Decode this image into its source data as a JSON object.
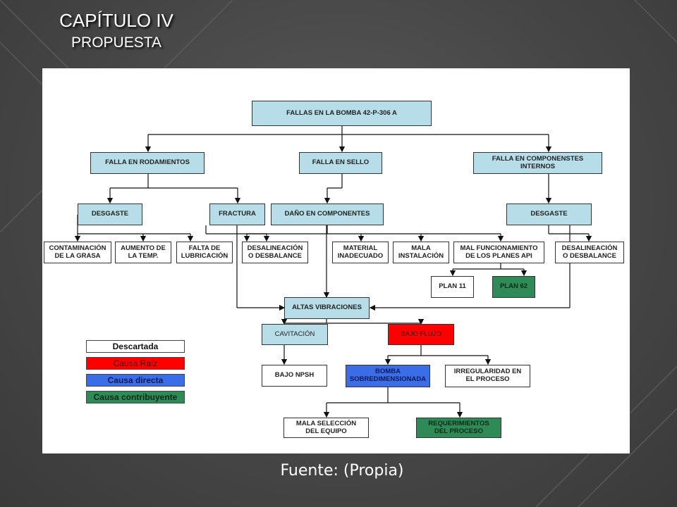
{
  "header": {
    "title": "CAPÍTULO IV",
    "subtitle": "PROPUESTA"
  },
  "diagram": {
    "root": "FALLAS EN  LA BOMBA 42-P-306 A",
    "level1": [
      "FALLA EN RODAMIENTOS",
      "FALLA EN SELLO",
      "FALLA EN COMPONENSTES\nINTERNOS"
    ],
    "level2": [
      "DESGASTE",
      "FRACTURA",
      "DAÑO EN COMPONENTES",
      "DESGASTE"
    ],
    "level3": [
      "CONTAMINACIÓN\nDE LA GRASA",
      "AUMENTO DE\nLA TEMP.",
      "FALTA DE\nLUBRICACIÓN",
      "DESALINEACIÓN\nO DESBALANCE",
      "MATERIAL\nINADECUADO",
      "MALA\nINSTALACIÓN",
      "MAL FUNCIONAMIENTO\nDE LOS PLANES API",
      "DESALINEACIÓN\nO DESBALANCE"
    ],
    "plans": [
      "PLAN 11",
      "PLAN 62"
    ],
    "center": "ALTAS VIBRACIONES",
    "level5": [
      "CAVITACIÓN",
      "BAJO FLUJO"
    ],
    "level6": [
      "BAJO NPSH",
      "BOMBA\nSOBREDIMENSIONADA",
      "IRREGULARIDAD EN\nEL PROCESO"
    ],
    "level7": [
      "MALA SELECCIÓN\nDEL EQUIPO",
      "REQUERIMIENTOS\nDEL PROCESO"
    ]
  },
  "legend": [
    {
      "label": "Descartada",
      "color": "#ffffff",
      "text_color": "#111111"
    },
    {
      "label": "Causa Raíz",
      "color": "#ff0000",
      "text_color": "#3a0000"
    },
    {
      "label": "Causa directa",
      "color": "#3b6de8",
      "text_color": "#0b1a55"
    },
    {
      "label": "Causa contribuyente",
      "color": "#2e8a57",
      "text_color": "#0a2a16"
    }
  ],
  "colors": {
    "analyzed": "#b7dee8",
    "discarded": "#ffffff",
    "root_cause": "#ff0000",
    "direct_cause": "#3b6de8",
    "contributing_cause": "#2e8a57"
  },
  "source": "Fuente: (Propia)"
}
